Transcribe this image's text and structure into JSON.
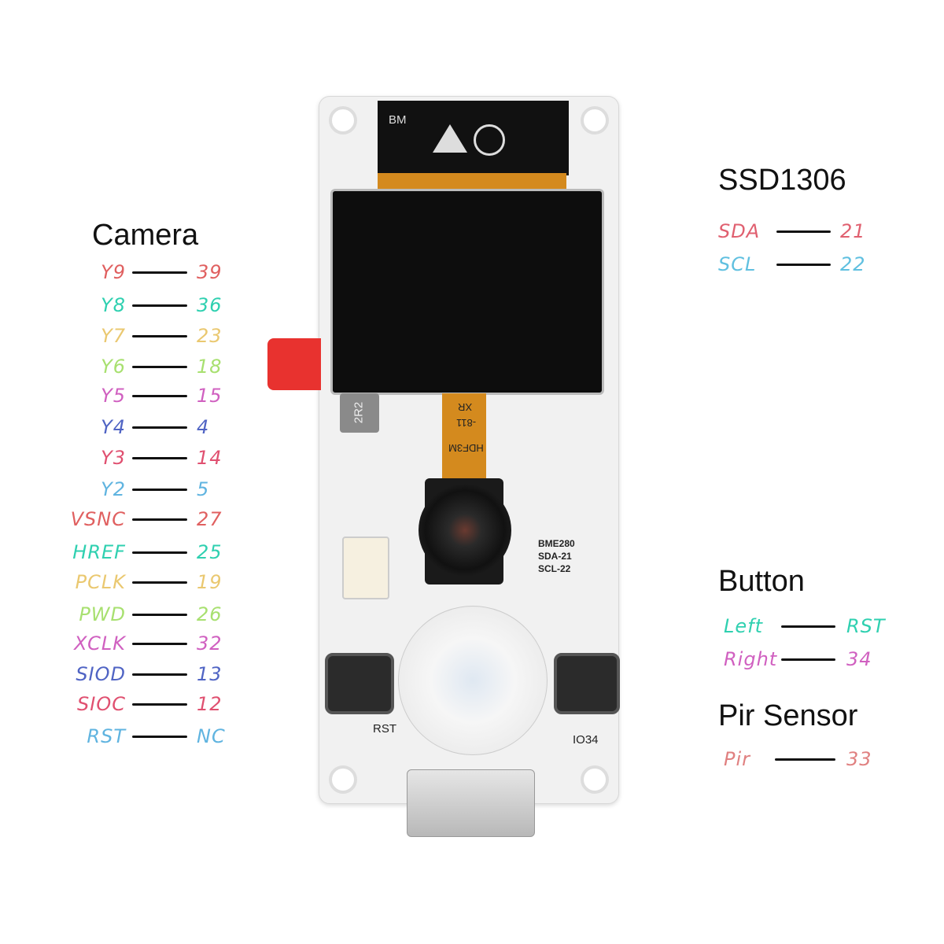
{
  "camera": {
    "title": "Camera",
    "pins": [
      {
        "signal": "Y9",
        "gpio": "39",
        "color": "#e06060"
      },
      {
        "signal": "Y8",
        "gpio": "36",
        "color": "#2fd0b0"
      },
      {
        "signal": "Y7",
        "gpio": "23",
        "color": "#eac870"
      },
      {
        "signal": "Y6",
        "gpio": "18",
        "color": "#a8e070"
      },
      {
        "signal": "Y5",
        "gpio": "15",
        "color": "#d060c0"
      },
      {
        "signal": "Y4",
        "gpio": "4",
        "color": "#5064c4"
      },
      {
        "signal": "Y3",
        "gpio": "14",
        "color": "#e05070"
      },
      {
        "signal": "Y2",
        "gpio": "5",
        "color": "#60b4e0"
      },
      {
        "signal": "VSNC",
        "gpio": "27",
        "color": "#e06060"
      },
      {
        "signal": "HREF",
        "gpio": "25",
        "color": "#2fd0b0"
      },
      {
        "signal": "PCLK",
        "gpio": "19",
        "color": "#eac870"
      },
      {
        "signal": "PWD",
        "gpio": "26",
        "color": "#a8e070"
      },
      {
        "signal": "XCLK",
        "gpio": "32",
        "color": "#d060c0"
      },
      {
        "signal": "SIOD",
        "gpio": "13",
        "color": "#5064c4"
      },
      {
        "signal": "SIOC",
        "gpio": "12",
        "color": "#e05070"
      },
      {
        "signal": "RST",
        "gpio": "NC",
        "color": "#60b4e0"
      }
    ]
  },
  "ssd1306": {
    "title": "SSD1306",
    "pins": [
      {
        "signal": "SDA",
        "gpio": "21",
        "color": "#e06070"
      },
      {
        "signal": "SCL",
        "gpio": "22",
        "color": "#60c0e0"
      }
    ]
  },
  "button": {
    "title": "Button",
    "pins": [
      {
        "signal": "Left",
        "gpio": "RST",
        "color": "#2fd0b0"
      },
      {
        "signal": "Right",
        "gpio": "34",
        "color": "#d060c0"
      }
    ]
  },
  "pir": {
    "title": "Pir Sensor",
    "pins": [
      {
        "signal": "Pir",
        "gpio": "33",
        "color": "#e08080"
      }
    ]
  },
  "board": {
    "silk_bm": "BM",
    "silk_rst": "RST",
    "silk_io34": "IO34",
    "silk_bme": "BME280",
    "silk_sda": "SDA-21",
    "silk_scl": "SCL-22",
    "silk_cam1": "HDF3M",
    "silk_cam2": "-811",
    "silk_cam3": "XR",
    "silk_ind": "2R2",
    "pcb_color": "#f2f2f2",
    "tape_color": "#e8322f"
  }
}
